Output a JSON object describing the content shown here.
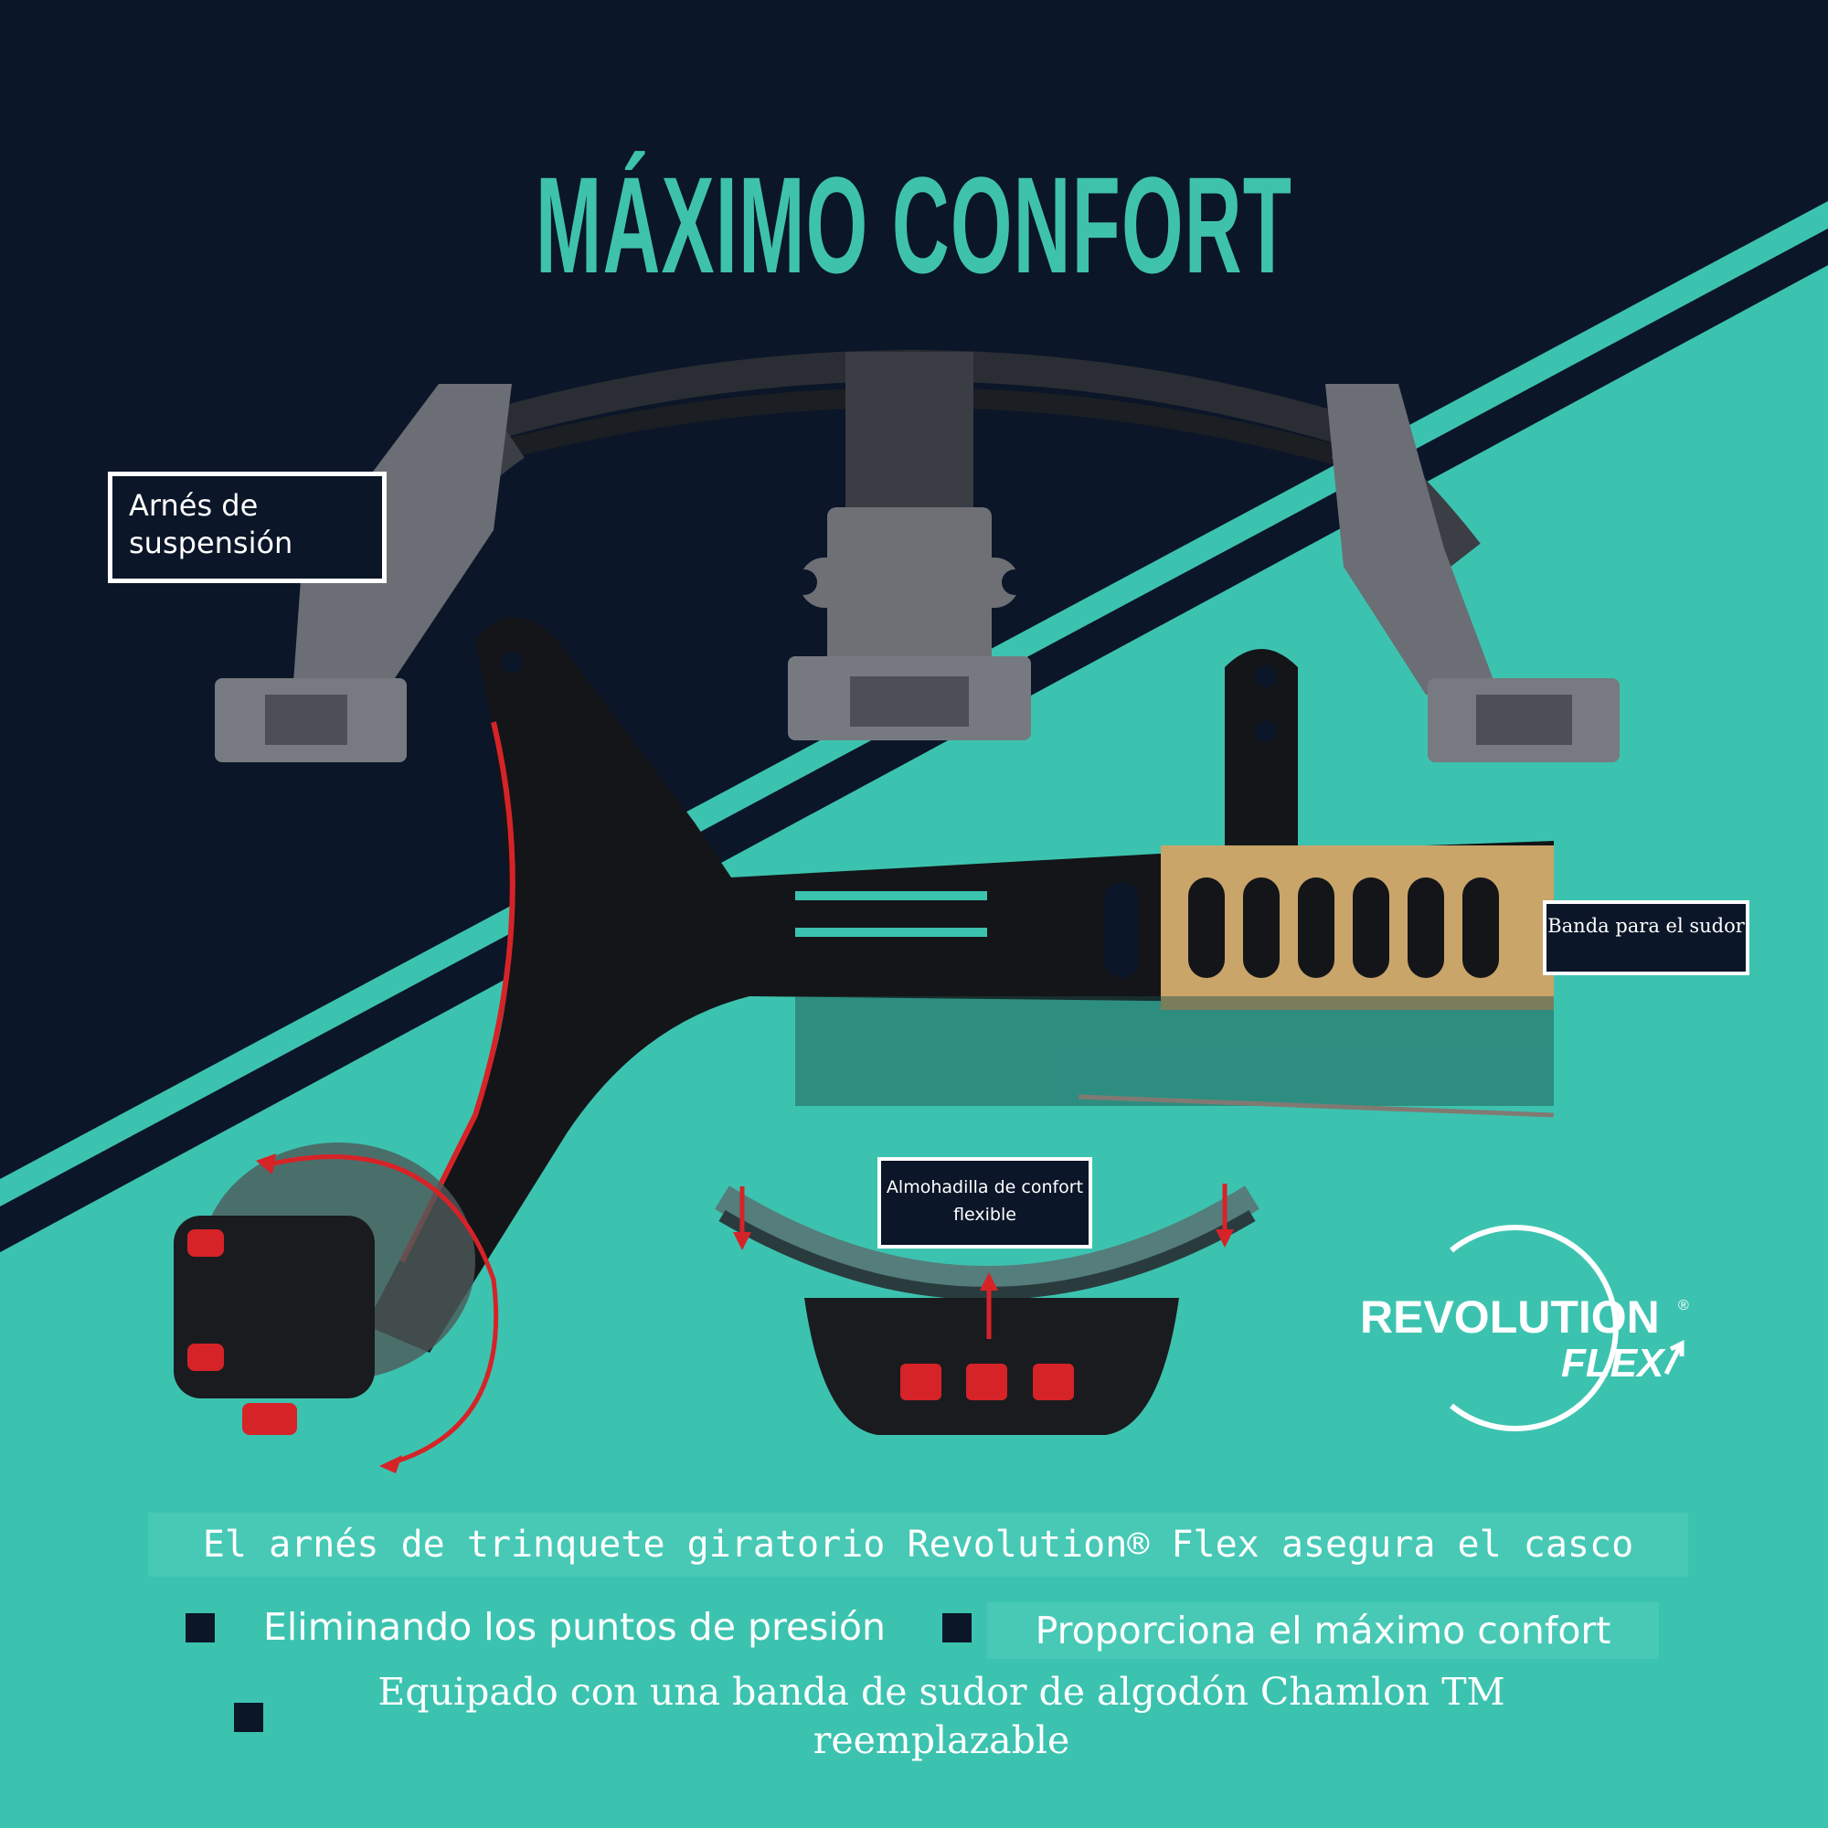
{
  "title": "MÁXIMO CONFORT",
  "labels": {
    "arnes": "Arnés de suspensión",
    "banda": "Banda para el sudor",
    "almohadilla": "Almohadilla de confort flexible"
  },
  "logo": {
    "word1": "REVOLUTION",
    "registered": "®",
    "word2": "FLEX"
  },
  "intro": "El arnés de trinquete giratorio Revolution® Flex asegura el casco",
  "bullets": [
    "Eliminando los puntos de presión",
    "Proporciona el máximo confort",
    "Equipado con una banda de sudor de algodón Chamlon TM reemplazable"
  ],
  "colors": {
    "navy": "#0b1628",
    "teal": "#3cc3b0",
    "title_teal": "#3fc2ac",
    "accent_red": "#d62328",
    "foam_tan": "#c9a56a"
  }
}
